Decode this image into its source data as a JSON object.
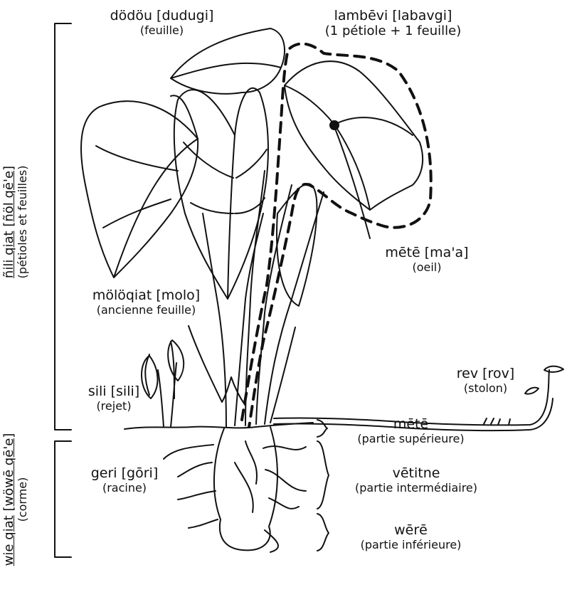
{
  "labels": {
    "leaf": {
      "name": "dödöu [dudugi]",
      "fr": "(feuille)"
    },
    "lambevi": {
      "name": "lambēvi [labavgi]",
      "fr": "(1 pétiole + 1 feuille)"
    },
    "eye": {
      "name": "mētē [ma'a]",
      "fr": "(oeil)"
    },
    "old_leaf": {
      "name": "mölöqiat [molo]",
      "fr": "(ancienne feuille)"
    },
    "sucker": {
      "name": "sili [sili]",
      "fr": "(rejet)"
    },
    "stolon": {
      "name": "rev [rov]",
      "fr": "(stolon)"
    },
    "root": {
      "name": "geri [gōri]",
      "fr": "(racine)"
    },
    "top_part": {
      "name": "mētē",
      "fr": "(partie supérieure)"
    },
    "middle_part": {
      "name": "vētitne",
      "fr": "(partie intermédiaire)"
    },
    "bottom_part": {
      "name": "wērē",
      "fr": "(partie inférieure)"
    }
  },
  "side_labels": {
    "upper": {
      "name_a": "ñili qiat",
      "name_b": "[ñöl qē'e]",
      "fr": "(pétioles et feuilles)"
    },
    "lower": {
      "name_a": "wie qiat",
      "name_b": "[wöwē qē'e]",
      "fr": "(corme)"
    }
  }
}
